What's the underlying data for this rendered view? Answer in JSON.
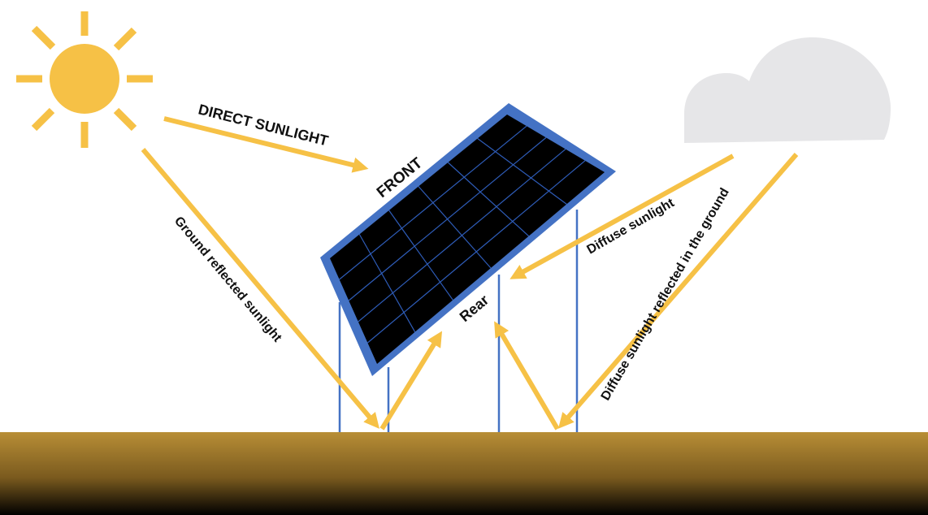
{
  "labels": {
    "direct_sunlight": "DIRECT SUNLIGHT",
    "front": "FRONT",
    "rear": "Rear",
    "ground_reflected": "Ground reflected sunlight",
    "diffuse": "Diffuse sunlight",
    "diffuse_reflected": "Diffuse sunlight reflected in the ground"
  },
  "colors": {
    "sun": "#F6C146",
    "arrow": "#F6C146",
    "panel_frame": "#4472C4",
    "panel_cell": "#000000",
    "grid_line": "#2E5CB8",
    "cloud": "#E6E6E8",
    "support": "#4472C4",
    "ground_top": "#B88E36",
    "ground_bottom": "#000000"
  },
  "icons": {
    "sun": "sun-icon",
    "cloud": "cloud-icon",
    "panel": "solar-panel-icon"
  }
}
